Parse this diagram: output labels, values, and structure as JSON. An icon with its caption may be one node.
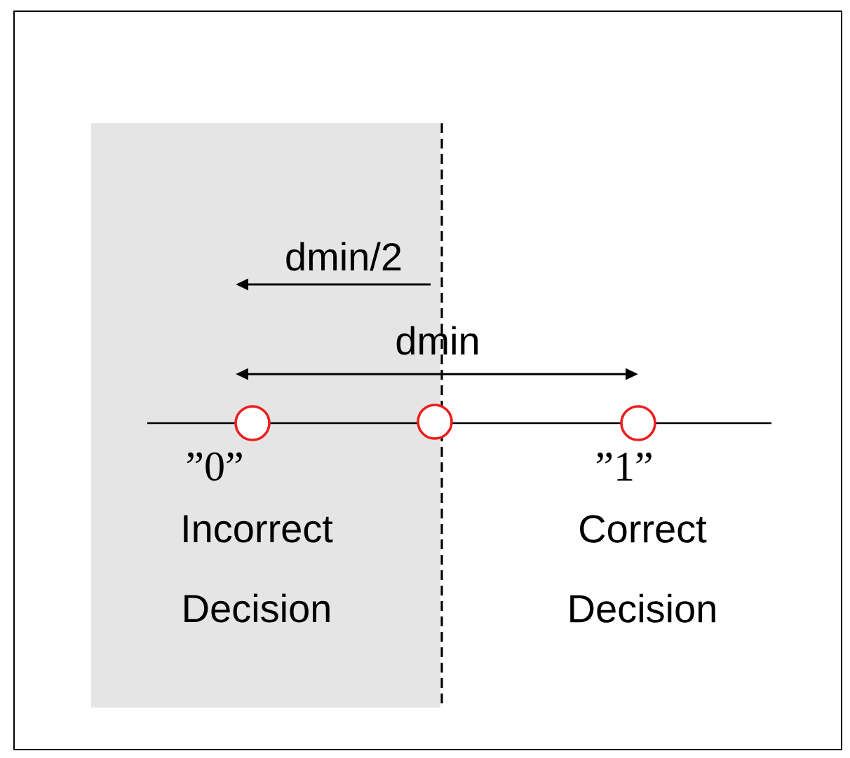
{
  "diagram": {
    "nodes": [
      {
        "text": [],
        "shape": "circle"
      },
      {
        "text": [],
        "shape": "circle"
      },
      {
        "text": [],
        "shape": "circle"
      }
    ],
    "labels": [
      "dmin/2",
      "dmin",
      "”0”",
      "”1”",
      "Incorrect Decision",
      "Correct Decision"
    ]
  }
}
